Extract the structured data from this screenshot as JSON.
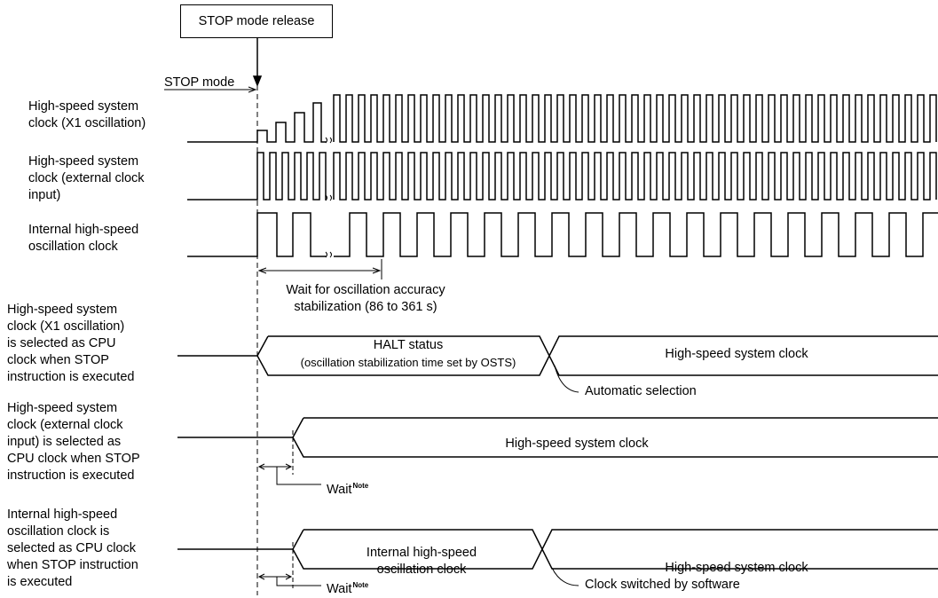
{
  "release_label": "STOP mode release",
  "stop_mode_label": "STOP mode",
  "signals": {
    "x1_osc": [
      "High-speed system",
      "clock (X1 oscillation)"
    ],
    "ext_clk": [
      "High-speed system",
      "clock (external clock",
      "input)"
    ],
    "int_osc": [
      "Internal high-speed",
      "oscillation clock"
    ]
  },
  "wait_accuracy": [
    "Wait for oscillation accuracy",
    "stabilization (86 to 361  s)"
  ],
  "cases": {
    "x1": [
      "High-speed system",
      "clock (X1 oscillation)",
      "is selected as CPU",
      "clock when STOP",
      "instruction is executed"
    ],
    "ext": [
      "High-speed system",
      "clock (external clock",
      "input) is selected as",
      "CPU clock when STOP",
      "instruction is executed"
    ],
    "int": [
      "Internal high-speed",
      "oscillation clock is",
      "selected as CPU clock",
      "when STOP instruction",
      "is executed"
    ]
  },
  "states": {
    "halt": [
      "HALT status",
      "(oscillation stabilization time set by OSTS)"
    ],
    "hs_clock": "High-speed system clock",
    "int_clock": [
      "Internal high-speed",
      "oscillation clock"
    ]
  },
  "annotations": {
    "auto_select": "Automatic selection",
    "wait": "Wait",
    "note": "Note",
    "sw_switch": "Clock switched by software"
  }
}
